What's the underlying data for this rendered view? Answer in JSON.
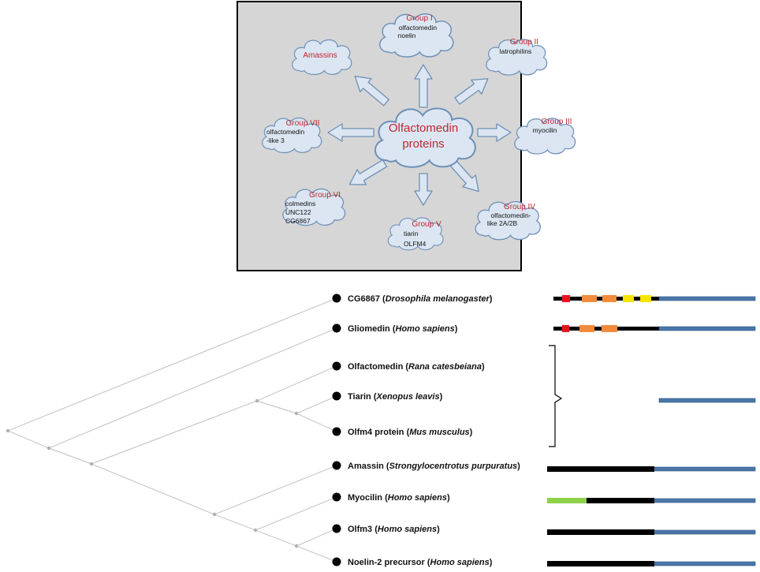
{
  "network": {
    "center": {
      "line1": "Olfactomedin",
      "line2": "proteins"
    },
    "groups": [
      {
        "id": "group-i",
        "title": "Group I",
        "lines": [
          "olfactomedin",
          "noelin"
        ]
      },
      {
        "id": "group-ii",
        "title": "Group II",
        "lines": [
          "latrophilins"
        ]
      },
      {
        "id": "group-iii",
        "title": "Group III",
        "lines": [
          "myocilin"
        ]
      },
      {
        "id": "group-iv",
        "title": "Group IV",
        "lines": [
          "olfactomedin-",
          "like 2A/2B"
        ]
      },
      {
        "id": "group-v",
        "title": "Group V",
        "lines": [
          "tiarin",
          "OLFM4"
        ]
      },
      {
        "id": "group-vi",
        "title": "Group VI",
        "lines": [
          "colmedins",
          "UNC122",
          "CG6867"
        ]
      },
      {
        "id": "group-vii",
        "title": "Group VII",
        "lines": [
          "olfactomedin",
          "-like 3"
        ]
      },
      {
        "id": "amassins",
        "title": "Amassins",
        "lines": []
      }
    ]
  },
  "tree": {
    "taxa": [
      {
        "name": "CG6867",
        "species": "Drosophila melanogaster"
      },
      {
        "name": "Gliomedin",
        "species": "Homo sapiens"
      },
      {
        "name": "Olfactomedin",
        "species": "Rana catesbeiana"
      },
      {
        "name": "Tiarin",
        "species": "Xenopus leavis"
      },
      {
        "name": "Olfm4 protein",
        "species": "Mus musculus"
      },
      {
        "name": "Amassin",
        "species": "Strongylocentrotus purpuratus"
      },
      {
        "name": "Myocilin",
        "species": "Homo sapiens"
      },
      {
        "name": "Olfm3",
        "species": "Homo sapiens"
      },
      {
        "name": "Noelin-2 precursor",
        "species": "Homo sapiens"
      }
    ]
  },
  "colors": {
    "cloud_fill": "#dbe6f2",
    "cloud_stroke": "#6d8fb8",
    "panel_fill": "#d6d6d6",
    "group_title": "#c0282c",
    "olf_domain": "#4a76a8",
    "backbone": "#000000",
    "coiled_coil": "#f28c3c",
    "signal": "#e8141b",
    "yellow_motif": "#f5e400",
    "green_motif": "#8ed14a",
    "tree_line": "#c8c8c8"
  }
}
